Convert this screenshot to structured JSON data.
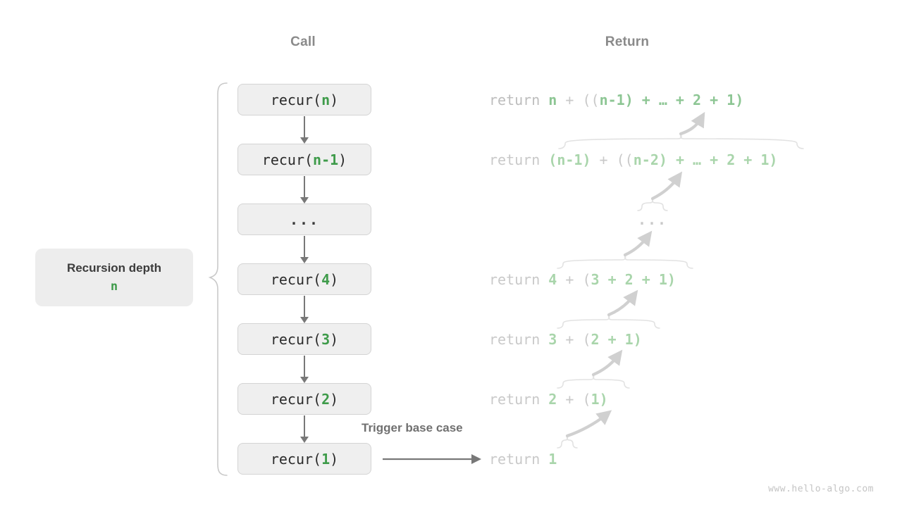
{
  "headers": {
    "call": "Call",
    "return": "Return"
  },
  "depth_label": {
    "title": "Recursion depth",
    "value": "n"
  },
  "trigger_label": "Trigger base case",
  "watermark": "www.hello-algo.com",
  "colors": {
    "green_strong": "#3e9b4a",
    "green_faded": "#a9d5ab",
    "box_fill": "#efefef",
    "box_border": "#d4d4d4",
    "arrow": "#787878",
    "text_faded": "#c9c9c9",
    "header_gray": "#8a8a8a"
  },
  "call_stack": [
    {
      "prefix": "recur(",
      "arg": "n",
      "suffix": ")",
      "ellipsis": false
    },
    {
      "prefix": "recur(",
      "arg": "n-1",
      "suffix": ")",
      "ellipsis": false
    },
    {
      "prefix": "",
      "arg": "",
      "suffix": "",
      "ellipsis": true,
      "text": "..."
    },
    {
      "prefix": "recur(",
      "arg": "4",
      "suffix": ")",
      "ellipsis": false
    },
    {
      "prefix": "recur(",
      "arg": "3",
      "suffix": ")",
      "ellipsis": false
    },
    {
      "prefix": "recur(",
      "arg": "2",
      "suffix": ")",
      "ellipsis": false
    },
    {
      "prefix": "recur(",
      "arg": "1",
      "suffix": ")",
      "ellipsis": false
    }
  ],
  "returns": [
    {
      "keyword": "return ",
      "head": "n",
      "mid": " + ((",
      "inner": "n-1",
      "tail": ") + … + 2 + 1)",
      "ellipsis": false
    },
    {
      "keyword": "return ",
      "head": "(n-1)",
      "mid": " + ((",
      "inner": "n-2",
      "tail": ") + … + 2 + 1)",
      "ellipsis": false
    },
    {
      "ellipsis": true,
      "text": "..."
    },
    {
      "keyword": "return ",
      "head": "4",
      "mid": " + (",
      "inner": "3 + 2 + 1",
      "tail": ")",
      "ellipsis": false
    },
    {
      "keyword": "return ",
      "head": "3",
      "mid": " + (",
      "inner": "2 + 1",
      "tail": ")",
      "ellipsis": false
    },
    {
      "keyword": "return ",
      "head": "2",
      "mid": " + (",
      "inner": "1",
      "tail": ")",
      "ellipsis": false
    },
    {
      "keyword": "return ",
      "head": "1",
      "mid": "",
      "inner": "",
      "tail": "",
      "ellipsis": false
    }
  ]
}
